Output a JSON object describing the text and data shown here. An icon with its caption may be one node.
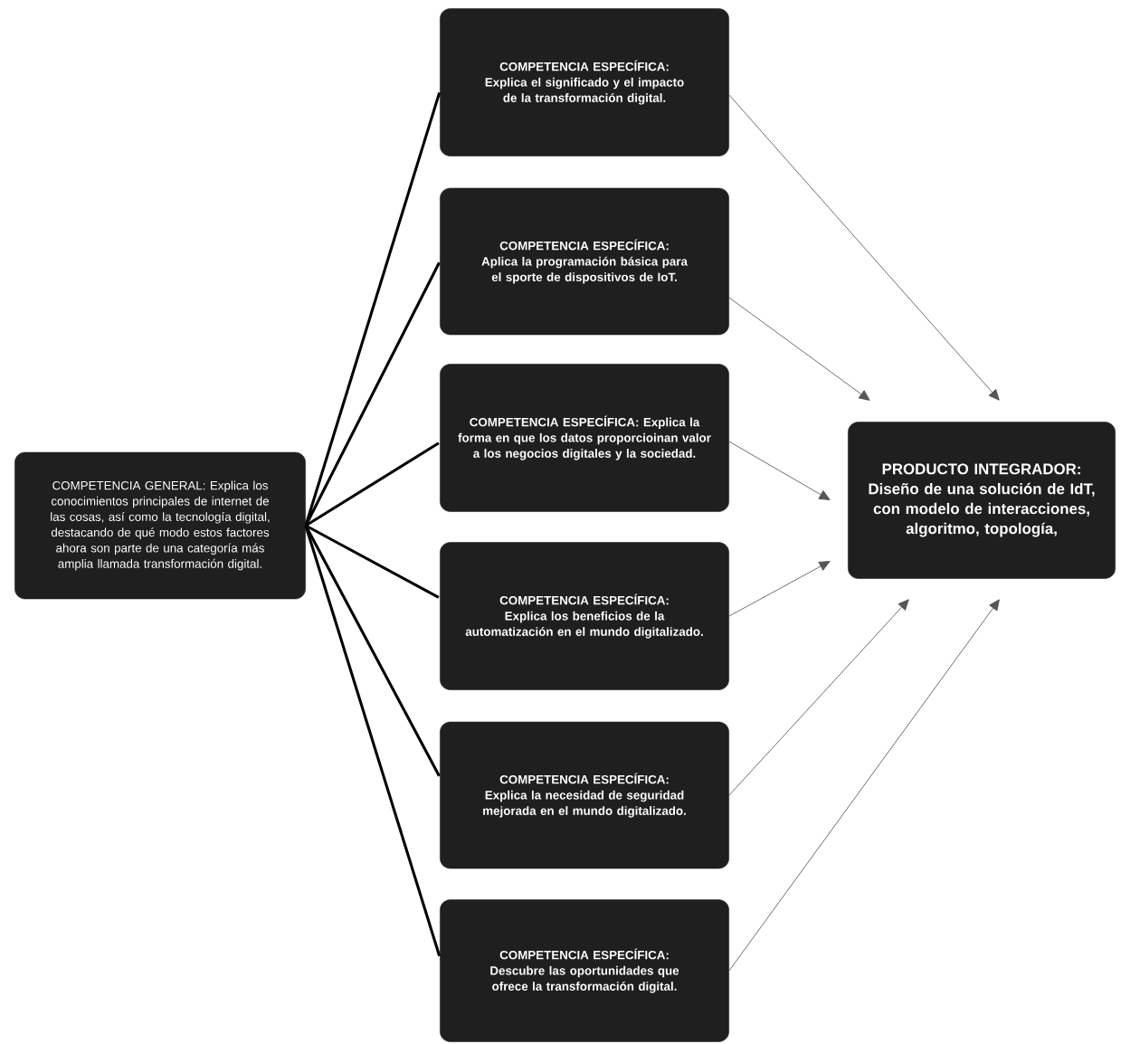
{
  "diagram": {
    "nodes": [
      {
        "text": [
          "COMPETENCIA GENERAL: Explica los conocimientos principales de internet de las cosas, así como la tecnología digital, destacando de qué modo estos factores ahora son parte de una categoría más amplia llamada transformación digital."
        ]
      },
      {
        "text": [
          "COMPETENCIA ESPECÍFICA: Explica el significado y el impacto de la transformación digital."
        ]
      },
      {
        "text": [
          "COMPETENCIA ESPECÍFICA: Aplica la programación básica para el sporte de dispositivos de IoT."
        ]
      },
      {
        "text": [
          "COMPETENCIA ESPECÍFICA: Explica la forma en que los datos proporcioinan valor a los negocios digitales y la sociedad."
        ]
      },
      {
        "text": [
          "COMPETENCIA ESPECÍFICA: Explica los beneficios de la automatización en el mundo digitalizado."
        ]
      },
      {
        "text": [
          "COMPETENCIA ESPECÍFICA: Explica la necesidad de seguridad mejorada en el mundo digitalizado."
        ]
      },
      {
        "text": [
          "COMPETENCIA ESPECÍFICA: Descubre las oportunidades que ofrece la transformación digital."
        ]
      },
      {
        "text": [
          "PRODUCTO INTEGRADOR: Diseño de una solución de IdT, con modelo de interacciones, algoritmo, topología,"
        ]
      }
    ],
    "edges": [
      {
        "from": 0,
        "to": 1,
        "arrow": "none",
        "style": "thick"
      },
      {
        "from": 0,
        "to": 2,
        "arrow": "none",
        "style": "thick"
      },
      {
        "from": 0,
        "to": 3,
        "arrow": "none",
        "style": "thick"
      },
      {
        "from": 0,
        "to": 4,
        "arrow": "none",
        "style": "thick"
      },
      {
        "from": 0,
        "to": 5,
        "arrow": "none",
        "style": "thick"
      },
      {
        "from": 0,
        "to": 6,
        "arrow": "none",
        "style": "thick"
      },
      {
        "from": 1,
        "to": 7,
        "arrow": "to",
        "color": "#555555"
      },
      {
        "from": 2,
        "to": 7,
        "arrow": "to",
        "color": "#555555"
      },
      {
        "from": 3,
        "to": 7,
        "arrow": "to",
        "color": "#555555"
      },
      {
        "from": 4,
        "to": 7,
        "arrow": "to",
        "color": "#555555"
      },
      {
        "from": 5,
        "to": 7,
        "arrow": "to",
        "color": "#555555"
      },
      {
        "from": 6,
        "to": 7,
        "arrow": "to",
        "color": "#555555"
      }
    ]
  }
}
